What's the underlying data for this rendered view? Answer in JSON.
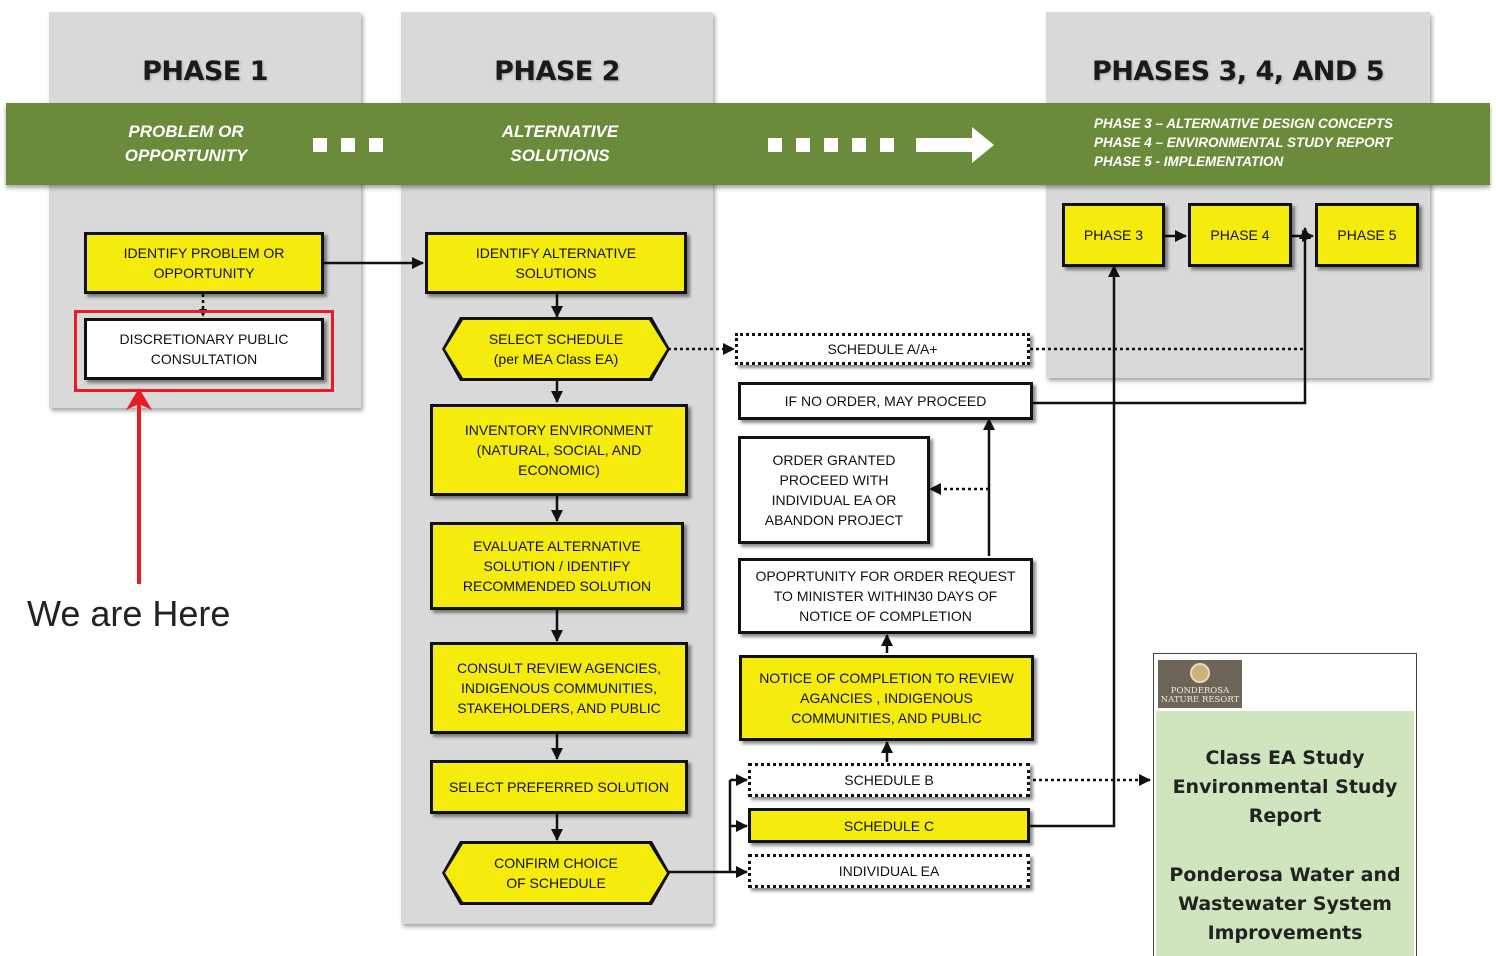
{
  "phases": {
    "phase1_title": "PHASE 1",
    "phase2_title": "PHASE 2",
    "phase345_title": "PHASES 3, 4, AND 5"
  },
  "band": {
    "phase1_label": "PROBLEM OR\nOPPORTUNITY",
    "phase2_label": "ALTERNATIVE\nSOLUTIONS",
    "phase3_line": "PHASE 3 – ALTERNATIVE DESIGN CONCEPTS",
    "phase4_line": "PHASE 4 – ENVIRONMENTAL STUDY REPORT",
    "phase5_line": "PHASE 5 - IMPLEMENTATION"
  },
  "phase1": {
    "identify": "IDENTIFY PROBLEM OR OPPORTUNITY",
    "consultation": "DISCRETIONARY PUBLIC CONSULTATION"
  },
  "phase2": {
    "identify_alternatives": "IDENTIFY ALTERNATIVE SOLUTIONS",
    "select_schedule": "SELECT SCHEDULE\n(per MEA Class EA)",
    "inventory": "INVENTORY ENVIRONMENT (NATURAL, SOCIAL, AND ECONOMIC)",
    "evaluate": "EVALUATE ALTERNATIVE SOLUTION / IDENTIFY RECOMMENDED SOLUTION",
    "consult": "CONSULT REVIEW AGENCIES, INDIGENOUS COMMUNITIES, STAKEHOLDERS, AND PUBLIC",
    "select_preferred": "SELECT PREFERRED SOLUTION",
    "confirm": "CONFIRM CHOICE\nOF SCHEDULE"
  },
  "schedules": {
    "schedule_a": "SCHEDULE A/A+",
    "no_order": "IF NO ORDER, MAY PROCEED",
    "order_granted": "ORDER GRANTED PROCEED WITH INDIVIDUAL EA OR ABANDON PROJECT",
    "order_request": "OPOPRTUNITY FOR ORDER REQUEST TO MINISTER WITHIN30 DAYS OF NOTICE OF COMPLETION",
    "notice": "NOTICE OF COMPLETION TO REVIEW AGANCIES , INDIGENOUS COMMUNITIES, AND PUBLIC",
    "schedule_b": "SCHEDULE B",
    "schedule_c": "SCHEDULE C",
    "individual_ea": "INDIVIDUAL EA"
  },
  "phase345": {
    "phase3": "PHASE 3",
    "phase4": "PHASE 4",
    "phase5": "PHASE 5"
  },
  "marker": {
    "label": "We are Here",
    "color": "#e81c24"
  },
  "report": {
    "logo_line1": "PONDEROSA",
    "logo_line2": "NATURE RESORT",
    "line1": "Class EA Study",
    "line2": "Environmental Study",
    "line3": "Report",
    "line4": "Ponderosa Water and",
    "line5": "Wastewater System",
    "line6": "Improvements"
  },
  "colors": {
    "band": "#6a8b3a",
    "box_yellow": "#f5ec0d",
    "column_grey": "#d9d9d9",
    "report_panel": "#cfe5bd"
  }
}
